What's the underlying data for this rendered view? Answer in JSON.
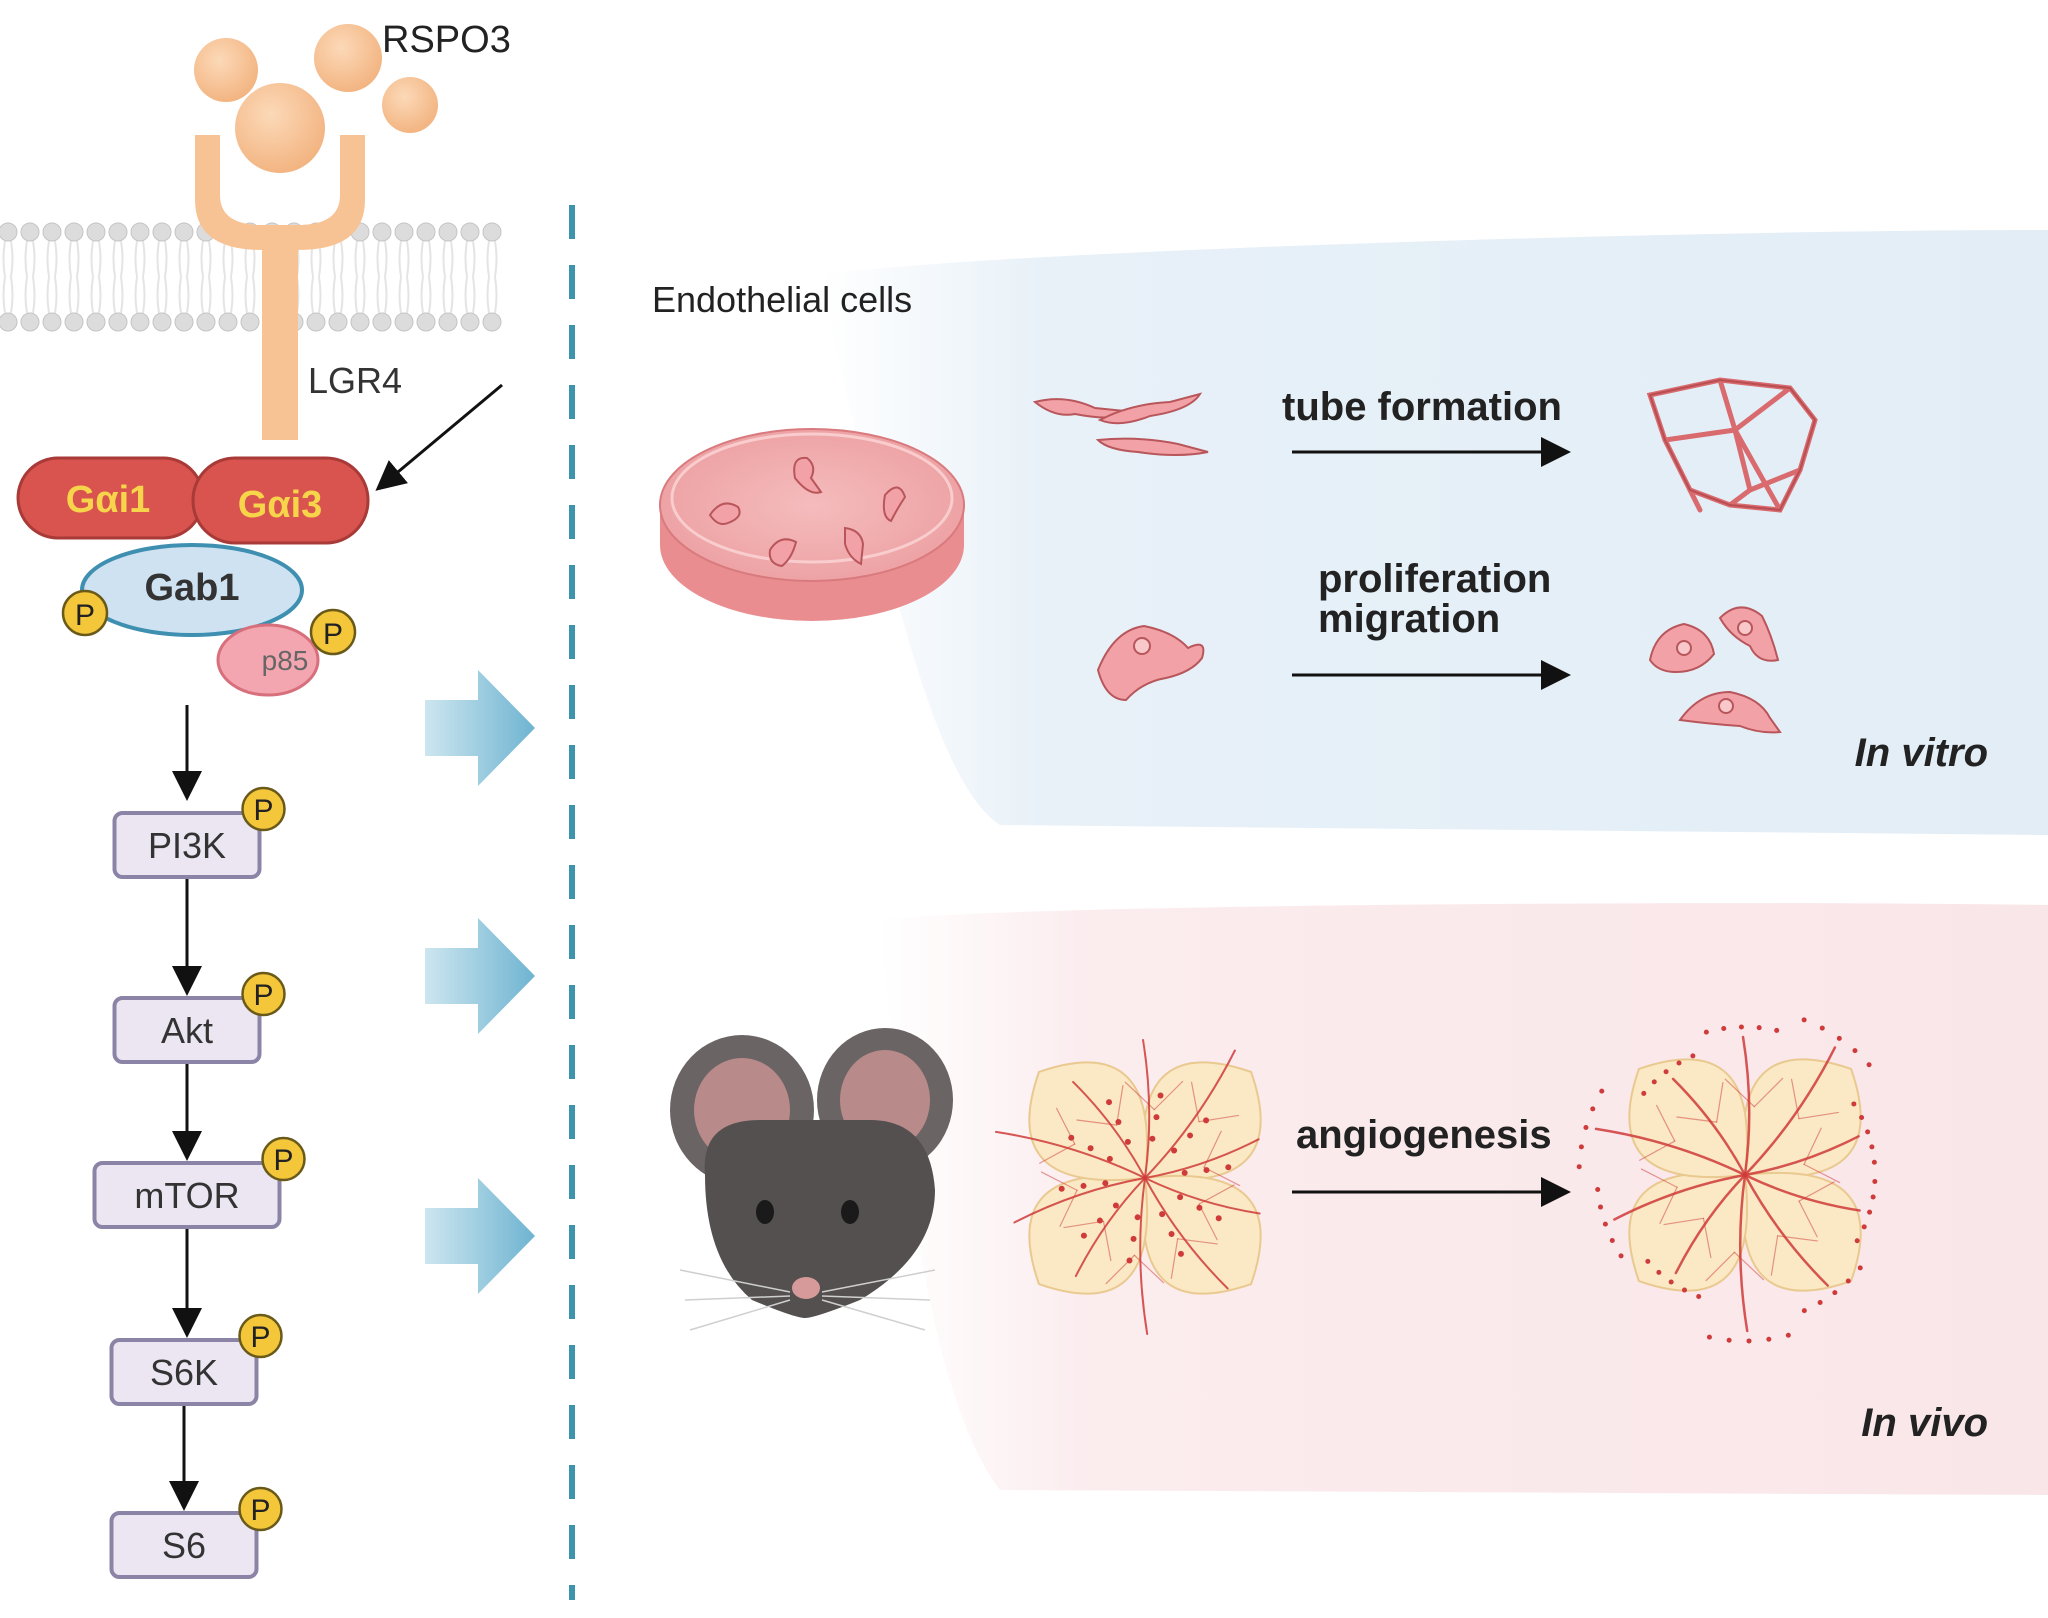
{
  "ligand": {
    "label": "RSPO3"
  },
  "receptor": {
    "label": "LGR4"
  },
  "complex": {
    "gai1": "Gαi1",
    "gai3": "Gαi3",
    "gab1": "Gab1",
    "p85": "p85",
    "phospho": "P"
  },
  "cascade": {
    "nodes": [
      "PI3K",
      "Akt",
      "mTOR",
      "S6K",
      "S6"
    ],
    "phospho": "P"
  },
  "in_vitro": {
    "cells_label": "Endothelial cells",
    "tube_label": "tube formation",
    "prolif_label": "proliferation",
    "migration_label": "migration",
    "tag": "In vitro"
  },
  "in_vivo": {
    "angio_label": "angiogenesis",
    "tag": "In vivo"
  },
  "colors": {
    "ligand": "#f6c293",
    "receptor": "#f8c394",
    "gai": "#d9534f",
    "gai_text": "#f7d54a",
    "gab1": "#cfe2f2",
    "p85": "#f4a6b0",
    "phospho": "#f4c63a",
    "node_fill": "#ebe6f2",
    "node_stroke": "#8c84a6",
    "dashed_line": "#3e93ad",
    "panel_blue": "#e8f1f8",
    "panel_pink": "#fbecee",
    "cell": "#f2a2a6",
    "retina": "#fae9c4",
    "vessel": "#cf3a3a",
    "mouse": "#5a5656"
  }
}
